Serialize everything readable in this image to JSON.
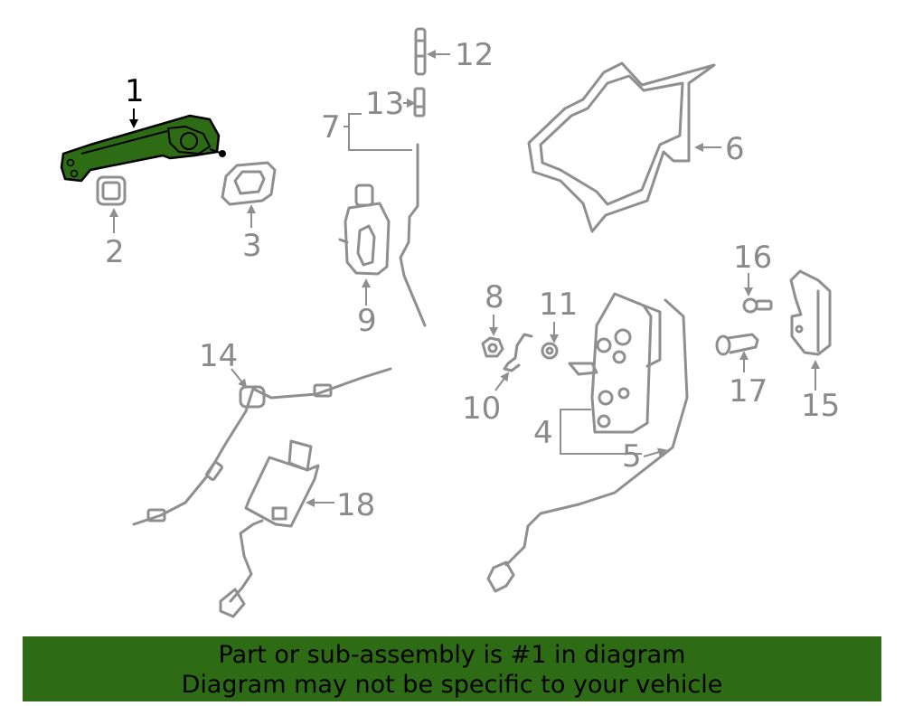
{
  "callouts": {
    "c1": "1",
    "c2": "2",
    "c3": "3",
    "c4": "4",
    "c5": "5",
    "c6": "6",
    "c7": "7",
    "c8": "8",
    "c9": "9",
    "c10": "10",
    "c11": "11",
    "c12": "12",
    "c13": "13",
    "c14": "14",
    "c15": "15",
    "c16": "16",
    "c17": "17",
    "c18": "18"
  },
  "highlight": {
    "part": "1",
    "color": "#2d6b14"
  },
  "banner": {
    "line1": "Part or sub-assembly is #1 in diagram",
    "line2": "Diagram may not be specific to your vehicle",
    "background": "#2d6b14"
  }
}
